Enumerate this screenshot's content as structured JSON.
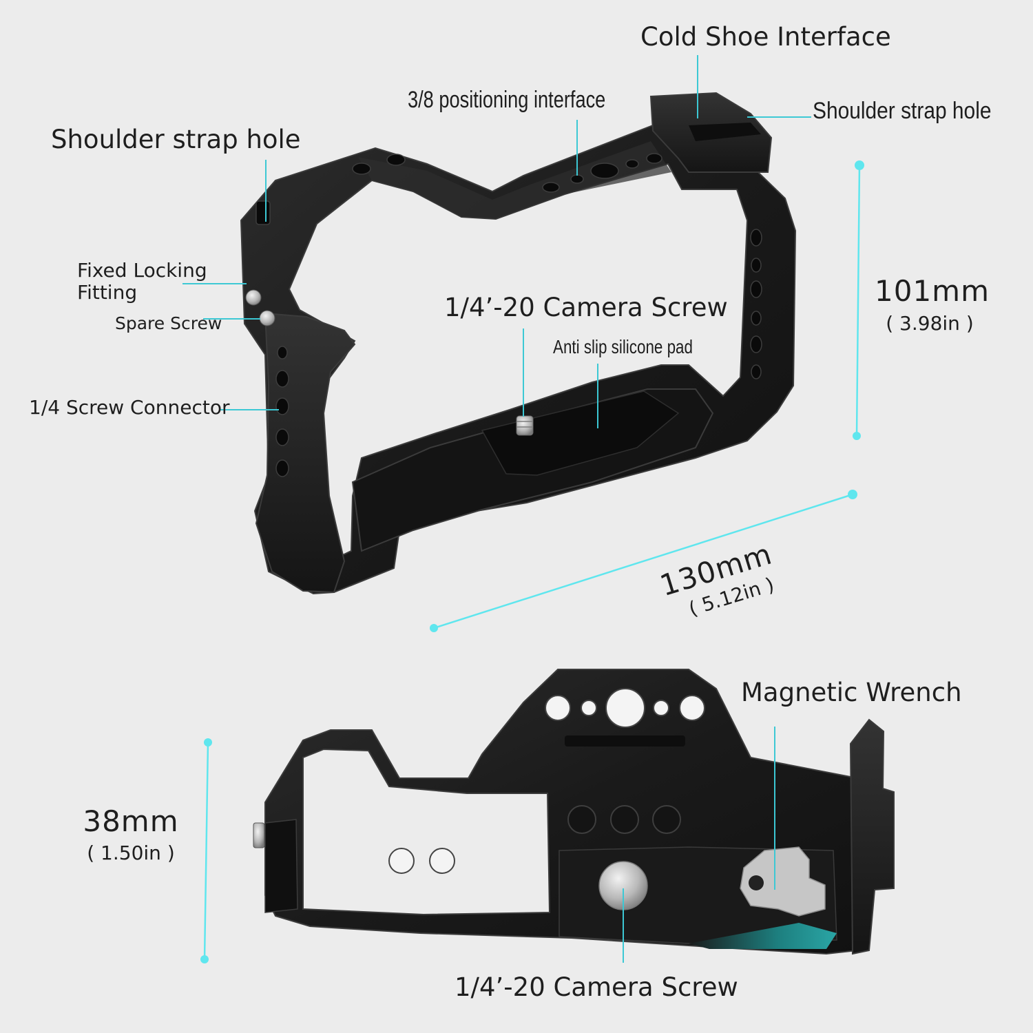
{
  "colors": {
    "background": "#ececec",
    "leader_line": "#3cc8d4",
    "dimension_line": "#5fe6ee",
    "metal_body": "#1c1c1c",
    "metal_edge": "#3b3b3b",
    "text": "#1e1e1e",
    "wrench": "#c6c6c6",
    "accent_tab": "#1f8f8e"
  },
  "callouts": {
    "cold_shoe": "Cold Shoe Interface",
    "positioning": "3/8 positioning interface",
    "strap_hole_left": "Shoulder strap hole",
    "strap_hole_right": "Shoulder strap hole",
    "fixed_locking_line1": "Fixed Locking",
    "fixed_locking_line2": "Fitting",
    "spare_screw": "Spare Screw",
    "screw_connector": "1/4 Screw Connector",
    "camera_screw_top": "1/4’-20 Camera Screw",
    "anti_slip": "Anti slip silicone pad",
    "magnetic_wrench": "Magnetic Wrench",
    "camera_screw_bottom": "1/4’-20 Camera Screw"
  },
  "dimensions": {
    "height": {
      "value": "101mm",
      "imperial": "( 3.98in )"
    },
    "length": {
      "value": "130mm",
      "imperial": "( 5.12in )"
    },
    "depth": {
      "value": "38mm",
      "imperial": "( 1.50in )"
    }
  },
  "icons": {
    "top_view": "camera-cage-front-view-icon",
    "bottom_view": "camera-cage-bottom-view-icon",
    "wrench": "magnetic-wrench-icon",
    "screw": "camera-screw-icon"
  }
}
